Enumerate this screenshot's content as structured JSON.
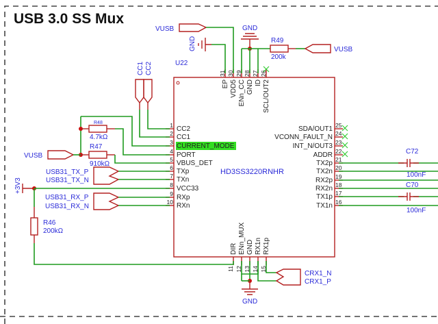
{
  "sheet": {
    "title": "USB 3.0 SS Mux"
  },
  "ic": {
    "ref": "U22",
    "part": "HD3SS3220RNHR",
    "current_mode_highlight": "#33dd22",
    "left_pins": [
      {
        "num": "1",
        "name": "CC2"
      },
      {
        "num": "2",
        "name": "CC1"
      },
      {
        "num": "3",
        "name": "CURRENT_MODE"
      },
      {
        "num": "4",
        "name": "PORT"
      },
      {
        "num": "5",
        "name": "VBUS_DET"
      },
      {
        "num": "6",
        "name": "TXp"
      },
      {
        "num": "7",
        "name": "TXn"
      },
      {
        "num": "8",
        "name": "VCC33"
      },
      {
        "num": "9",
        "name": "RXp"
      },
      {
        "num": "10",
        "name": "RXn"
      }
    ],
    "right_pins": [
      {
        "num": "25",
        "name": "SDA/OUT1"
      },
      {
        "num": "24",
        "name": "VCONN_FAULT_N"
      },
      {
        "num": "23",
        "name": "INT_N/OUT3"
      },
      {
        "num": "22",
        "name": "ADDR"
      },
      {
        "num": "21",
        "name": "TX2p"
      },
      {
        "num": "20",
        "name": "TX2n"
      },
      {
        "num": "19",
        "name": "RX2p"
      },
      {
        "num": "18",
        "name": "RX2n"
      },
      {
        "num": "17",
        "name": "TX1p"
      },
      {
        "num": "16",
        "name": "TX1n"
      }
    ],
    "top_pins": [
      {
        "num": "31",
        "name": "EP"
      },
      {
        "num": "30",
        "name": "VDD5"
      },
      {
        "num": "29",
        "name": "ENn_CC"
      },
      {
        "num": "28",
        "name": "GND"
      },
      {
        "num": "27",
        "name": "ID"
      },
      {
        "num": "26",
        "name": "SCL/OUT2"
      }
    ],
    "bottom_pins": [
      {
        "num": "11",
        "name": "DIR"
      },
      {
        "num": "12",
        "name": "ENn_MUX"
      },
      {
        "num": "13",
        "name": "GND"
      },
      {
        "num": "14",
        "name": "RX1n"
      },
      {
        "num": "15",
        "name": "RX1p"
      }
    ]
  },
  "nets": {
    "vusb_top": "VUSB",
    "gnd_top_left": "GND",
    "gnd_top": "GND",
    "vusb_right": "VUSB",
    "vusb_left": "VUSB",
    "cc1": "CC1",
    "cc2": "CC2",
    "usb31_tx_p": "USB31_TX_P",
    "usb31_tx_n": "USB31_TX_N",
    "usb31_rx_p": "USB31_RX_P",
    "usb31_rx_n": "USB31_RX_N",
    "v3v3": "+3V3",
    "crx1_n": "CRX1_N",
    "crx1_p": "CRX1_P",
    "gnd_bottom": "GND"
  },
  "components": {
    "r49": {
      "ref": "R49",
      "value": "200k"
    },
    "r48": {
      "ref": "R48",
      "value": "4.7kΩ"
    },
    "r47": {
      "ref": "R47",
      "value": "910kΩ"
    },
    "r46": {
      "ref": "R46",
      "value": "200kΩ"
    },
    "c72": {
      "ref": "C72",
      "value": "100nF"
    },
    "c70": {
      "ref": "C70",
      "value": "100nF"
    }
  },
  "colors": {
    "wire": "#1e9a1e",
    "symbol": "#b32020",
    "net_label": "#2a2ad8",
    "no_connect": "#33cc33"
  }
}
